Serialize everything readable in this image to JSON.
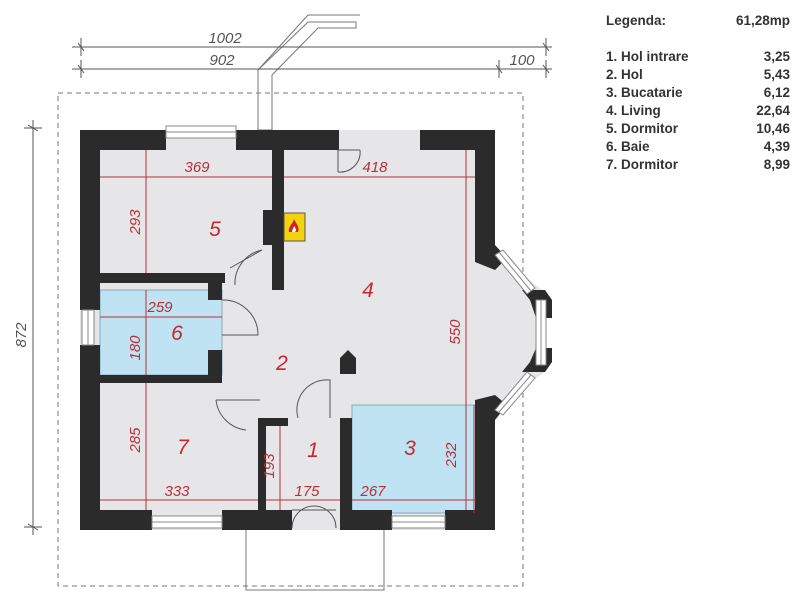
{
  "legend": {
    "title": "Legenda:",
    "total": "61,28mp",
    "items": [
      {
        "label": "1. Hol intrare",
        "value": "3,25"
      },
      {
        "label": "2. Hol",
        "value": "5,43"
      },
      {
        "label": "3. Bucatarie",
        "value": "6,12"
      },
      {
        "label": "4. Living",
        "value": "22,64"
      },
      {
        "label": "5. Dormitor",
        "value": "10,46"
      },
      {
        "label": "6. Baie",
        "value": "4,39"
      },
      {
        "label": "7. Dormitor",
        "value": "8,99"
      }
    ]
  },
  "overall_dims": {
    "width_total": "1002",
    "width_main": "902",
    "width_ext": "100",
    "height_total": "872"
  },
  "rooms": [
    {
      "num": "1",
      "dims": [
        "193",
        "175"
      ]
    },
    {
      "num": "2",
      "dims": []
    },
    {
      "num": "3",
      "dims": [
        "267",
        "232"
      ]
    },
    {
      "num": "4",
      "dims": [
        "418",
        "550"
      ]
    },
    {
      "num": "5",
      "dims": [
        "369",
        "293"
      ]
    },
    {
      "num": "6",
      "dims": [
        "259",
        "180"
      ]
    },
    {
      "num": "7",
      "dims": [
        "285",
        "333"
      ]
    }
  ],
  "colors": {
    "wall": "#2b2b2b",
    "floor": "#e6e6e8",
    "wet_floor": "#bfe3f2",
    "dim_red": "#b73038",
    "room_number": "#c8262e"
  },
  "icons": [
    "fireplace-icon"
  ]
}
